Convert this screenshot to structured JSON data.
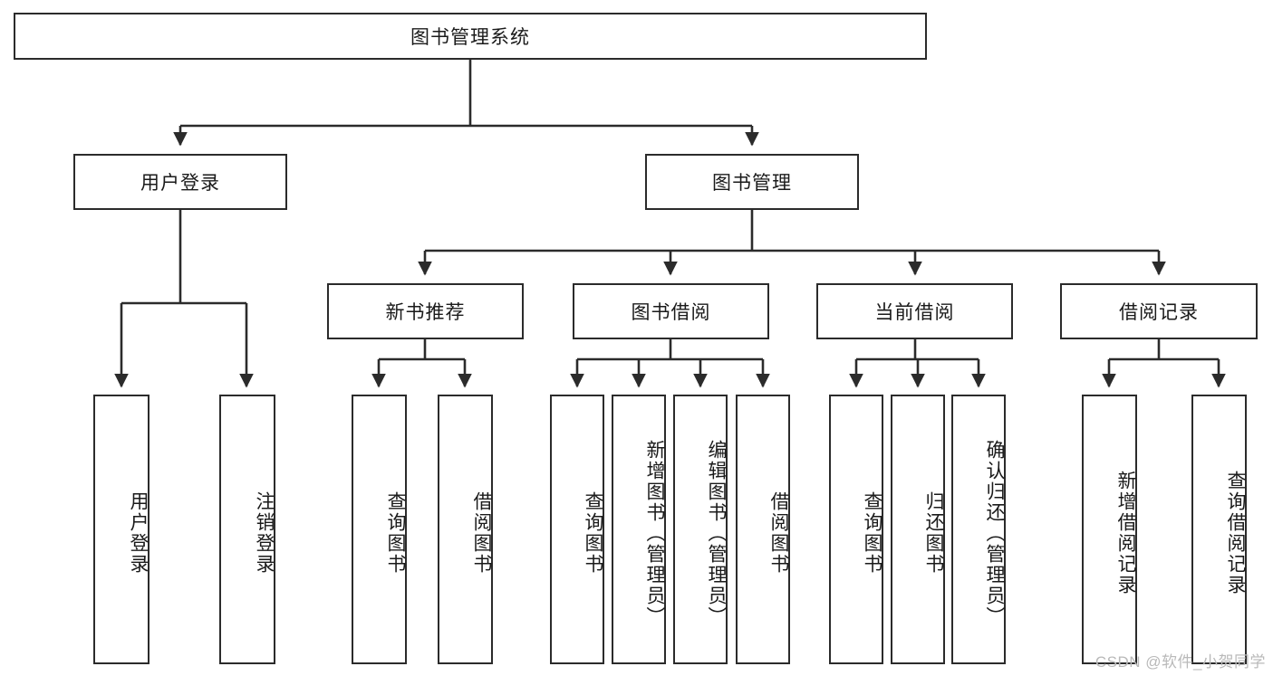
{
  "diagram": {
    "type": "tree",
    "title_node": "图书管理系统",
    "watermark": "CSDN @软件_小贺同学",
    "colors": {
      "box_border": "#2b2b2b",
      "box_fill": "#ffffff",
      "line": "#2b2b2b",
      "text": "#1a1a1a",
      "watermark": "#b9b9b9"
    },
    "nodes": {
      "root": {
        "label": "图书管理系统"
      },
      "level2": [
        {
          "label": "用户登录"
        },
        {
          "label": "图书管理"
        }
      ],
      "level3": [
        {
          "label": "新书推荐"
        },
        {
          "label": "图书借阅"
        },
        {
          "label": "当前借阅"
        },
        {
          "label": "借阅记录"
        }
      ],
      "leaves_user_login": [
        {
          "label": "用户登录"
        },
        {
          "label": "注销登录"
        }
      ],
      "leaves_new_books": [
        {
          "label": "查询图书"
        },
        {
          "label": "借阅图书"
        }
      ],
      "leaves_borrow": [
        {
          "label": "查询图书"
        },
        {
          "label": "新增图书（管理员）"
        },
        {
          "label": "编辑图书（管理员）"
        },
        {
          "label": "借阅图书"
        }
      ],
      "leaves_current": [
        {
          "label": "查询图书"
        },
        {
          "label": "归还图书"
        },
        {
          "label": "确认归还（管理员）"
        }
      ],
      "leaves_records": [
        {
          "label": "新增借阅记录"
        },
        {
          "label": "查询借阅记录"
        }
      ]
    }
  }
}
